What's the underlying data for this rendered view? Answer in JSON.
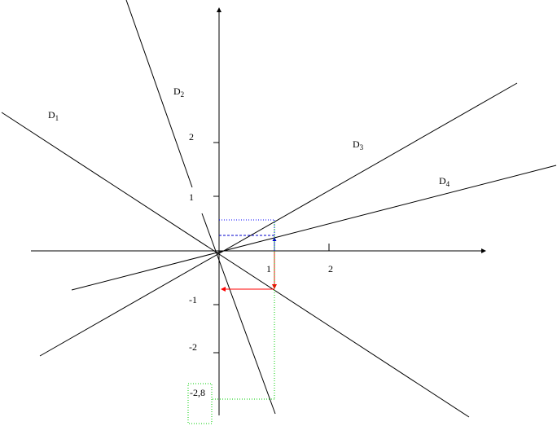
{
  "lines": {
    "D1": {
      "label": "D",
      "sub": "1"
    },
    "D2": {
      "label": "D",
      "sub": "2"
    },
    "D3": {
      "label": "D",
      "sub": "3"
    },
    "D4": {
      "label": "D",
      "sub": "4"
    }
  },
  "x_ticks": [
    "1",
    "2"
  ],
  "y_ticks": [
    "2",
    "1",
    "-1",
    "-2"
  ],
  "highlight_value": "-2,8",
  "colors": {
    "axis": "#000000",
    "line": "#000000",
    "blue_guide": "#0000cc",
    "dotted_guide": "#0000ff",
    "red_arrow": "#ff0000",
    "green_box": "#00cc00"
  }
}
